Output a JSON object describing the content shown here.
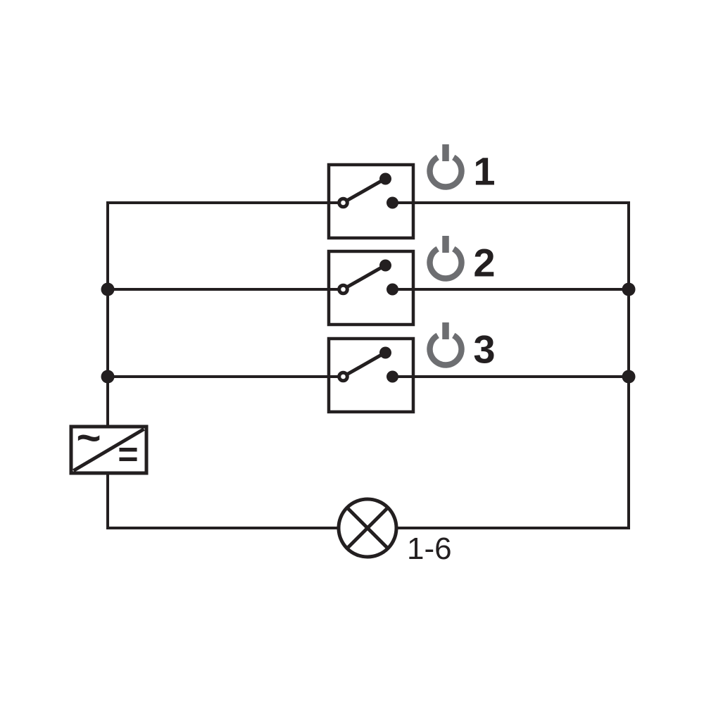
{
  "colors": {
    "background": "#ffffff",
    "line": "#231f20",
    "power_icon_gray": "#6d6e71"
  },
  "switches": [
    {
      "label": "1",
      "icon": "power-icon",
      "state": "open"
    },
    {
      "label": "2",
      "icon": "power-icon",
      "state": "open"
    },
    {
      "label": "3",
      "icon": "power-icon",
      "state": "open"
    }
  ],
  "power_supply": {
    "icon": "ac-dc-converter-icon",
    "ac_symbol": "~",
    "dc_symbol": "="
  },
  "lamp": {
    "icon": "lamp-icon",
    "label": "1-6"
  }
}
